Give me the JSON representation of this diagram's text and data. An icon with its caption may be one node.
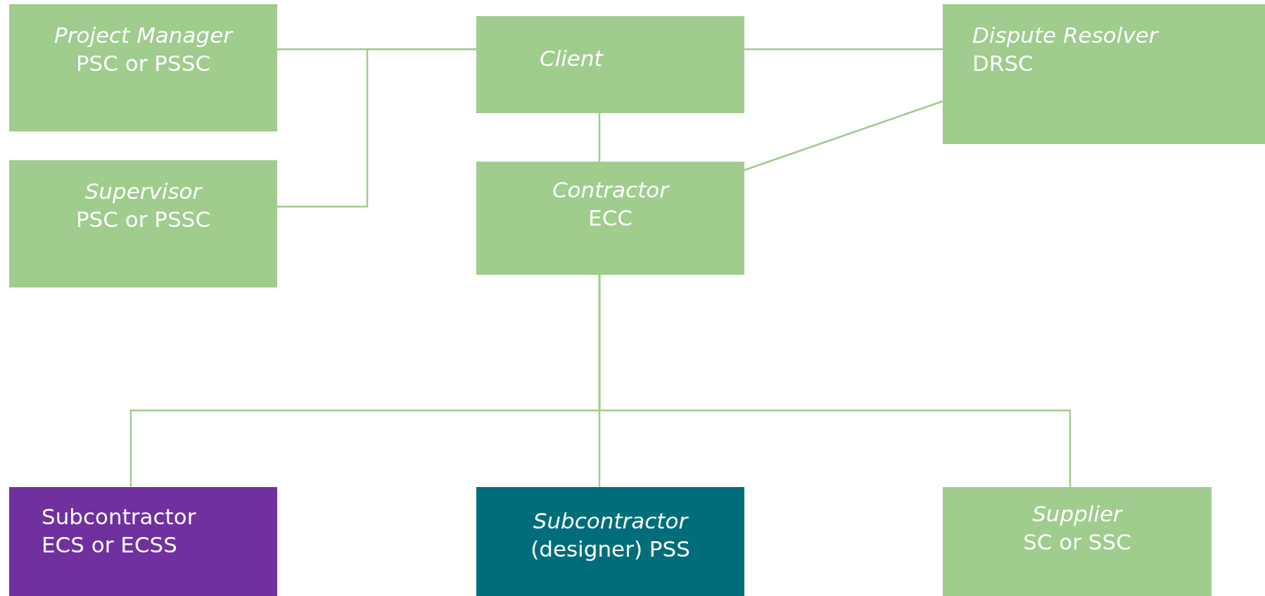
{
  "diagram": {
    "nodes": [
      {
        "text": [
          "Project Manager",
          "PSC or PSSC"
        ]
      },
      {
        "text": [
          "Supervisor",
          "PSC or PSSC"
        ]
      },
      {
        "text": [
          "Client"
        ]
      },
      {
        "text": [
          "Contractor",
          "ECC"
        ]
      },
      {
        "text": [
          "Dispute Resolver",
          "DRSC"
        ]
      },
      {
        "text": [
          "Subcontractor",
          "ECS or ECSS"
        ]
      },
      {
        "text": [
          "Subcontractor",
          "(designer) PSS"
        ]
      },
      {
        "text": [
          "Supplier",
          "SC or SSC"
        ]
      }
    ],
    "edges": [
      {
        "from": 0,
        "to": 2,
        "arrow": "none"
      },
      {
        "from": 1,
        "to": 2,
        "arrow": "none"
      },
      {
        "from": 2,
        "to": 3,
        "arrow": "none"
      },
      {
        "from": 2,
        "to": 4,
        "arrow": "none"
      },
      {
        "from": 3,
        "to": 4,
        "arrow": "none"
      },
      {
        "from": 3,
        "to": 5,
        "arrow": "none"
      },
      {
        "from": 3,
        "to": 6,
        "arrow": "none"
      },
      {
        "from": 3,
        "to": 7,
        "arrow": "none"
      }
    ]
  }
}
